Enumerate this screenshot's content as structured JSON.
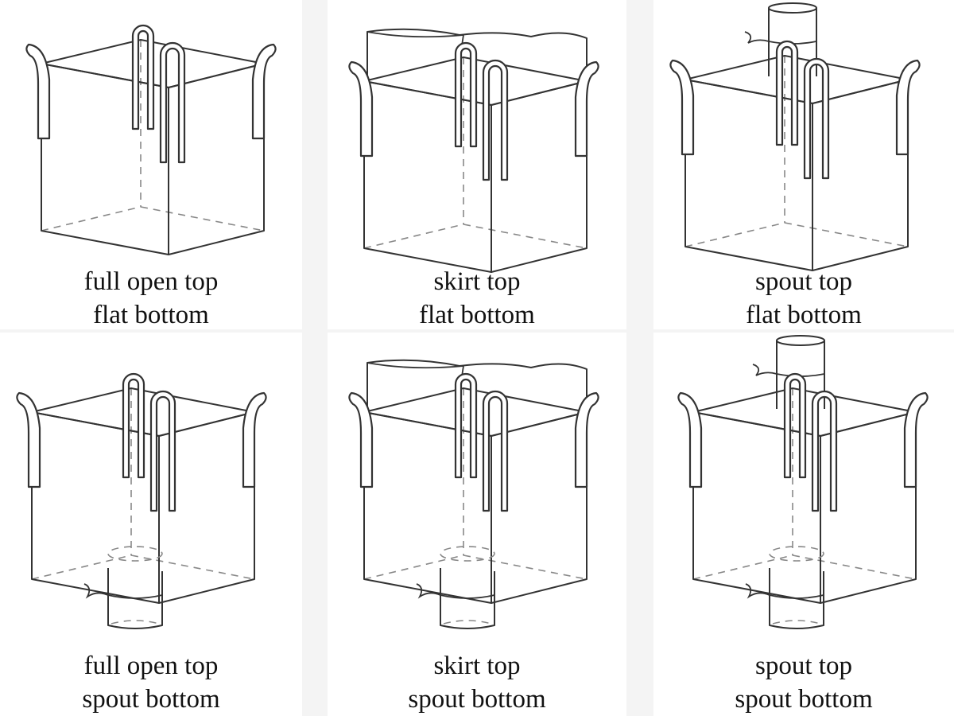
{
  "bags": [
    {
      "top_label": "full open top",
      "bottom_label": "flat bottom",
      "top_type": "open",
      "bottom_type": "flat"
    },
    {
      "top_label": "skirt top",
      "bottom_label": "flat bottom",
      "top_type": "skirt",
      "bottom_type": "flat"
    },
    {
      "top_label": "spout top",
      "bottom_label": "flat bottom",
      "top_type": "spout",
      "bottom_type": "flat"
    },
    {
      "top_label": "full open top",
      "bottom_label": "spout bottom",
      "top_type": "open",
      "bottom_type": "spout"
    },
    {
      "top_label": "skirt top",
      "bottom_label": "spout bottom",
      "top_type": "skirt",
      "bottom_type": "spout"
    },
    {
      "top_label": "spout top",
      "bottom_label": "spout bottom",
      "top_type": "spout",
      "bottom_type": "spout"
    }
  ],
  "colors": {
    "outline": "#333333",
    "dashed": "#888888",
    "background": "#ffffff"
  }
}
